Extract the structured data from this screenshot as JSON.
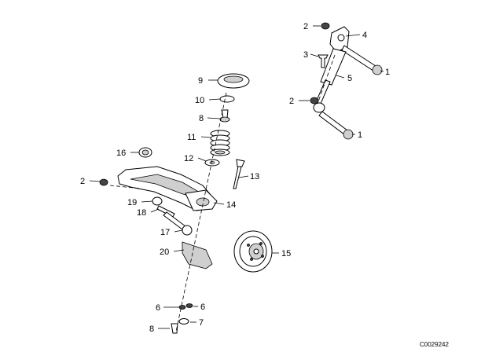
{
  "callouts": {
    "c1a": "1",
    "c1b": "1",
    "c2a": "2",
    "c2b": "2",
    "c2c": "2",
    "c3": "3",
    "c4": "4",
    "c5": "5",
    "c6a": "6",
    "c6b": "6",
    "c7": "7",
    "c8a": "8",
    "c8b": "8",
    "c9": "9",
    "c10": "10",
    "c11": "11",
    "c12": "12",
    "c13": "13",
    "c14": "14",
    "c15": "15",
    "c16": "16",
    "c17": "17",
    "c18": "18",
    "c19": "19",
    "c20": "20"
  },
  "document_code": "C0029242"
}
